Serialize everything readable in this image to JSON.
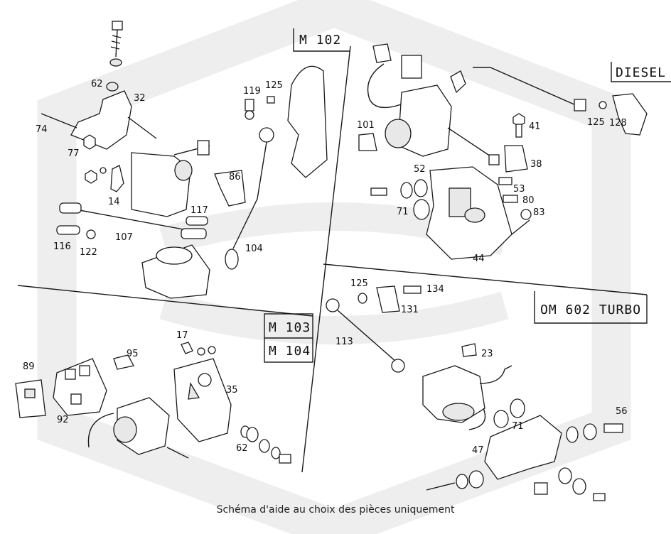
{
  "engine_labels": {
    "m102": "M 102",
    "diesel": "DIESEL",
    "om602": "OM 602 TURBO",
    "m103": "M 103",
    "m104": "M 104"
  },
  "part_numbers": {
    "p62a": "62",
    "p32": "32",
    "p74": "74",
    "p77": "77",
    "p14": "14",
    "p119": "119",
    "p125a": "125",
    "p86": "86",
    "p117": "117",
    "p107": "107",
    "p116": "116",
    "p122": "122",
    "p104": "104",
    "p101": "101",
    "p41": "41",
    "p125b": "125",
    "p128": "128",
    "p52": "52",
    "p38": "38",
    "p53": "53",
    "p80": "80",
    "p83": "83",
    "p71a": "71",
    "p44": "44",
    "p125c": "125",
    "p134": "134",
    "p131": "131",
    "p113": "113",
    "p23": "23",
    "p56": "56",
    "p71b": "71",
    "p47": "47",
    "p17": "17",
    "p95": "95",
    "p89": "89",
    "p35": "35",
    "p92": "92",
    "p62b": "62"
  },
  "caption": "Schéma d'aide au choix des pièces uniquement"
}
